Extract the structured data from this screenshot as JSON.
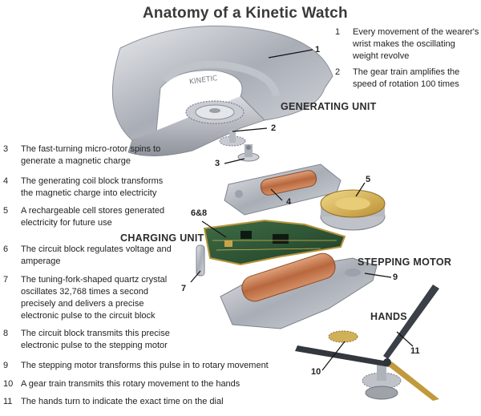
{
  "title": "Anatomy of a Kinetic Watch",
  "sections": {
    "generating": "GENERATING UNIT",
    "charging": "CHARGING UNIT",
    "stepping": "STEPPING MOTOR",
    "hands": "HANDS"
  },
  "rotor_engraving": "KINETIC",
  "callouts": {
    "c1": "1",
    "c2": "2",
    "c3": "3",
    "c4": "4",
    "c5": "5",
    "c68": "6&8",
    "c7": "7",
    "c9": "9",
    "c10": "10",
    "c11": "11"
  },
  "notes": [
    {
      "num": "1",
      "text": [
        "Every movement of the wearer's",
        "wrist makes the oscillating",
        "weight revolve"
      ]
    },
    {
      "num": "2",
      "text": [
        "The gear train amplifies the",
        "speed of rotation 100 times"
      ]
    },
    {
      "num": "3",
      "text": [
        "The fast-turning micro-rotor spins to",
        "generate a magnetic charge"
      ]
    },
    {
      "num": "4",
      "text": [
        "The generating coil block transforms",
        "the magnetic charge into electricity"
      ]
    },
    {
      "num": "5",
      "text": [
        "A rechargeable cell stores generated",
        "electricity for future use"
      ]
    },
    {
      "num": "6",
      "text": [
        "The circuit block regulates voltage and",
        "amperage"
      ]
    },
    {
      "num": "7",
      "text": [
        "The tuning-fork-shaped quartz crystal",
        "oscillates 32,768 times a second",
        "precisely and delivers a precise",
        "electronic pulse to the circuit block"
      ]
    },
    {
      "num": "8",
      "text": [
        "The circuit block transmits this precise",
        "electronic pulse to the stepping motor"
      ]
    },
    {
      "num": "9",
      "text": [
        "The stepping motor transforms this pulse in to rotary movement"
      ]
    },
    {
      "num": "10",
      "text": [
        "A gear train transmits this rotary movement to the hands"
      ]
    },
    {
      "num": "11",
      "text": [
        "The hands turn to indicate the exact time on the dial"
      ]
    }
  ]
}
